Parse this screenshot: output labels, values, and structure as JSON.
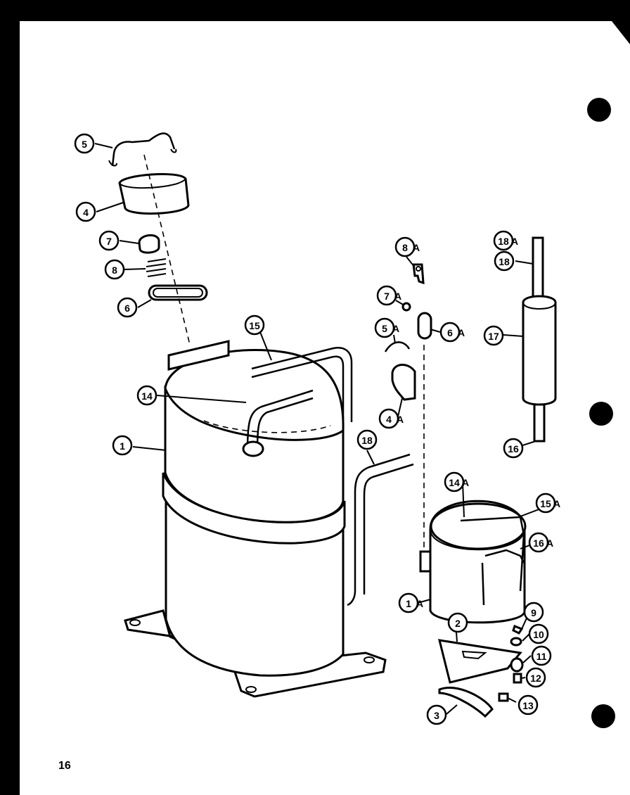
{
  "page_number": "16",
  "callouts": [
    {
      "id": "c-5",
      "num": "5",
      "suffix": ""
    },
    {
      "id": "c-4",
      "num": "4",
      "suffix": ""
    },
    {
      "id": "c-7",
      "num": "7",
      "suffix": ""
    },
    {
      "id": "c-8",
      "num": "8",
      "suffix": ""
    },
    {
      "id": "c-6",
      "num": "6",
      "suffix": ""
    },
    {
      "id": "c-15",
      "num": "15",
      "suffix": ""
    },
    {
      "id": "c-14",
      "num": "14",
      "suffix": ""
    },
    {
      "id": "c-1",
      "num": "1",
      "suffix": ""
    },
    {
      "id": "c-18",
      "num": "18",
      "suffix": ""
    },
    {
      "id": "c-8a",
      "num": "8",
      "suffix": "A"
    },
    {
      "id": "c-7a",
      "num": "7",
      "suffix": "A"
    },
    {
      "id": "c-5a",
      "num": "5",
      "suffix": "A"
    },
    {
      "id": "c-6a",
      "num": "6",
      "suffix": "A"
    },
    {
      "id": "c-4a",
      "num": "4",
      "suffix": "A"
    },
    {
      "id": "c-18a",
      "num": "18",
      "suffix": "A"
    },
    {
      "id": "c-18b",
      "num": "18",
      "suffix": ""
    },
    {
      "id": "c-17",
      "num": "17",
      "suffix": ""
    },
    {
      "id": "c-16",
      "num": "16",
      "suffix": ""
    },
    {
      "id": "c-14a",
      "num": "14",
      "suffix": "A"
    },
    {
      "id": "c-15a",
      "num": "15",
      "suffix": "A"
    },
    {
      "id": "c-16a",
      "num": "16",
      "suffix": "A"
    },
    {
      "id": "c-1a",
      "num": "1",
      "suffix": "A"
    },
    {
      "id": "c-9",
      "num": "9",
      "suffix": ""
    },
    {
      "id": "c-2",
      "num": "2",
      "suffix": ""
    },
    {
      "id": "c-10",
      "num": "10",
      "suffix": ""
    },
    {
      "id": "c-11",
      "num": "11",
      "suffix": ""
    },
    {
      "id": "c-12",
      "num": "12",
      "suffix": ""
    },
    {
      "id": "c-3",
      "num": "3",
      "suffix": ""
    },
    {
      "id": "c-13",
      "num": "13",
      "suffix": ""
    }
  ]
}
